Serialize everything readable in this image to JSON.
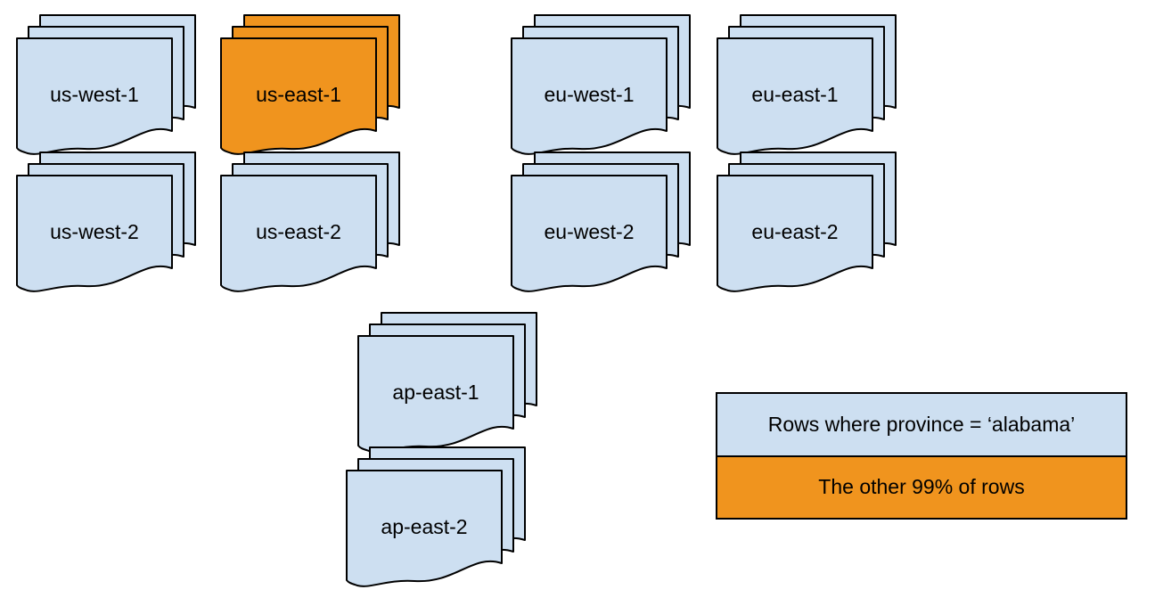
{
  "colors": {
    "region_fill": "#cddff1",
    "highlight_fill": "#f0941e",
    "stroke": "#000000"
  },
  "stacks": [
    {
      "label": "us-west-1",
      "highlighted": false
    },
    {
      "label": "us-east-1",
      "highlighted": true
    },
    {
      "label": "eu-west-1",
      "highlighted": false
    },
    {
      "label": "eu-east-1",
      "highlighted": false
    },
    {
      "label": "us-west-2",
      "highlighted": false
    },
    {
      "label": "us-east-2",
      "highlighted": false
    },
    {
      "label": "eu-west-2",
      "highlighted": false
    },
    {
      "label": "eu-east-2",
      "highlighted": false
    },
    {
      "label": "ap-east-1",
      "highlighted": false
    },
    {
      "label": "ap-east-2",
      "highlighted": false
    }
  ],
  "legend": {
    "rows": [
      {
        "label": "Rows where province = ‘alabama’",
        "color": "region_fill"
      },
      {
        "label": "The other 99% of rows",
        "color": "highlight_fill"
      }
    ]
  }
}
